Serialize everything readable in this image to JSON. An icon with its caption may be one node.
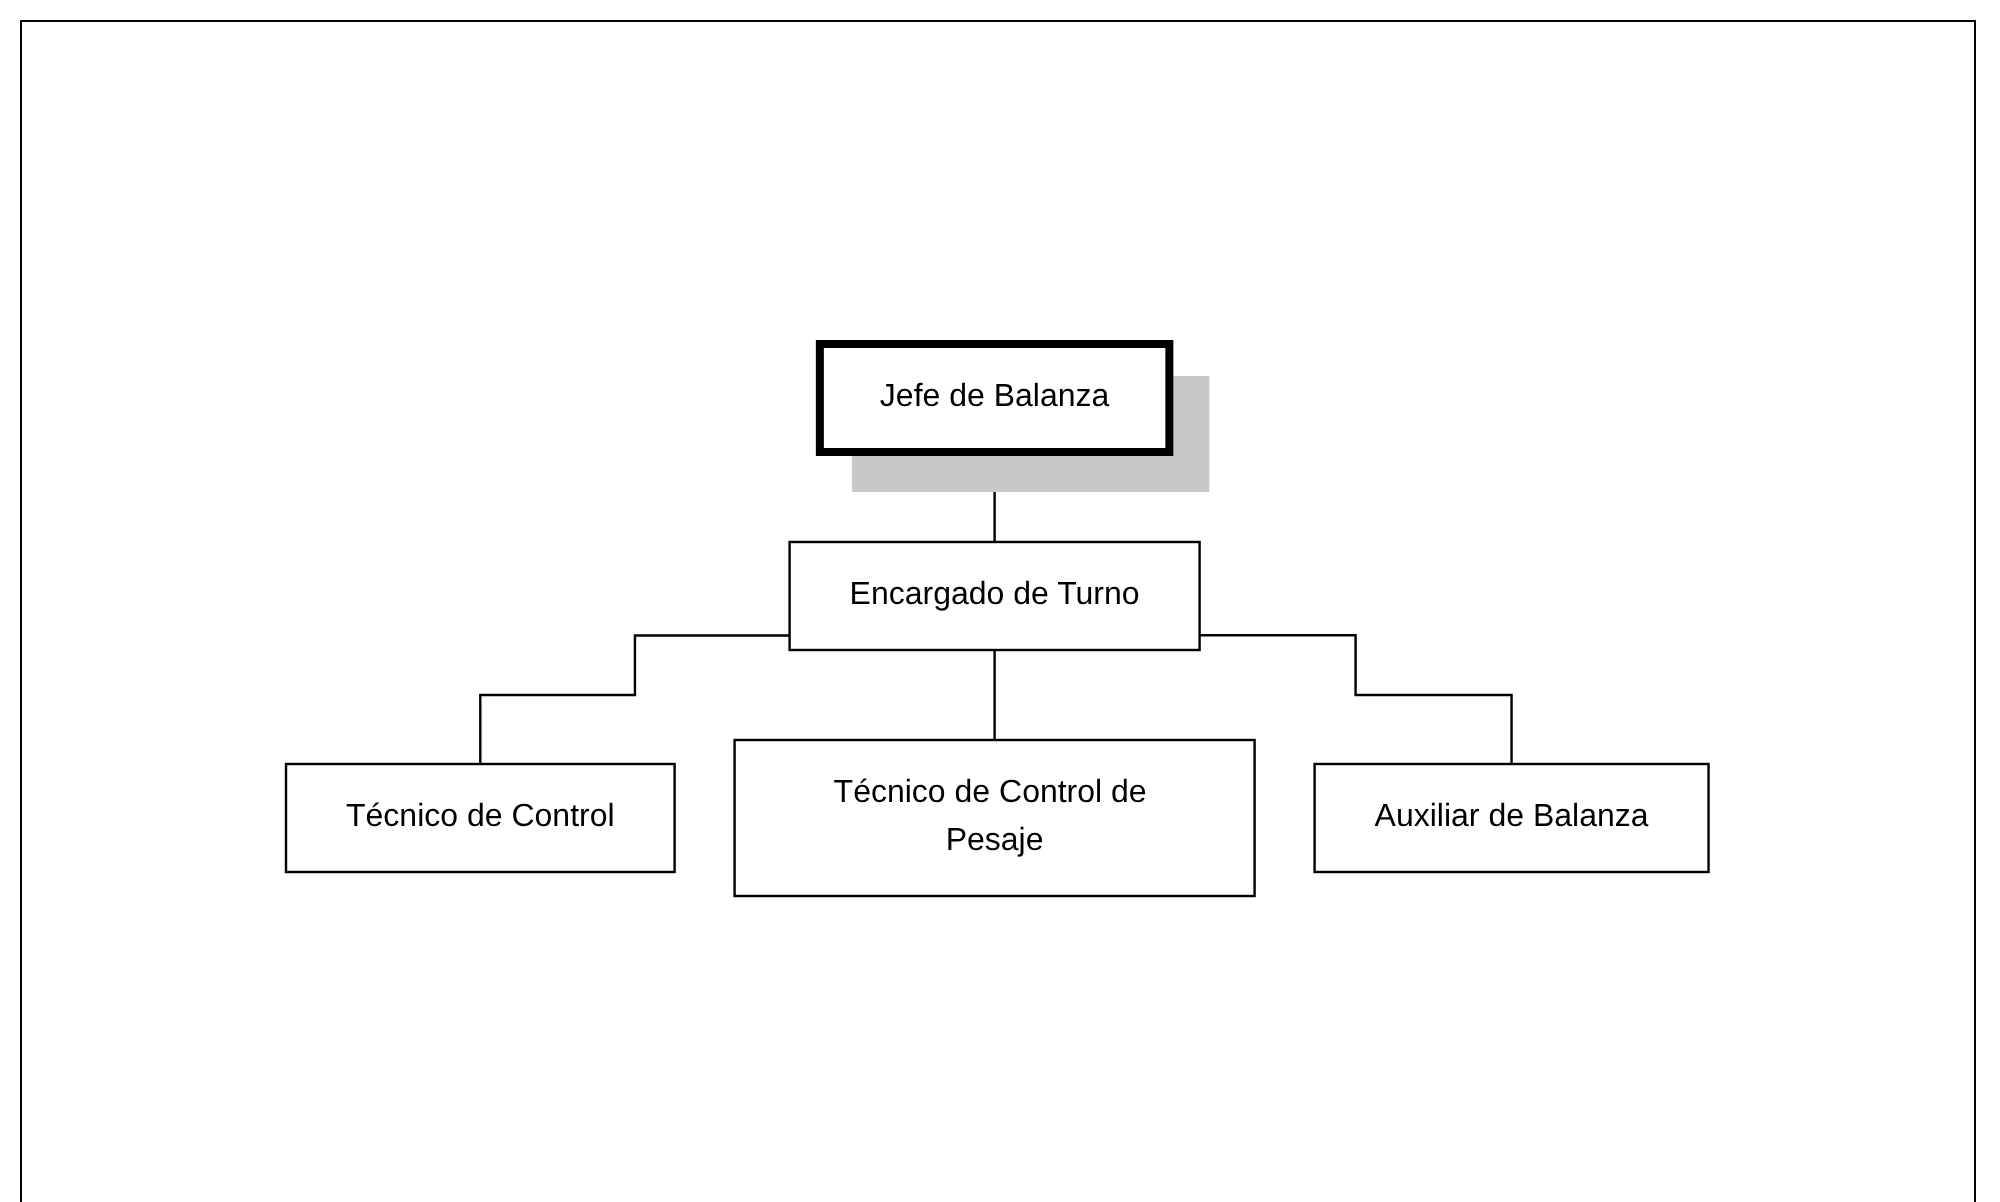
{
  "diagram": {
    "nodes": [
      {
        "text": [
          "Jefe de Balanza"
        ]
      },
      {
        "text": [
          "Encargado de Turno"
        ]
      },
      {
        "text": [
          "Técnico de Control"
        ]
      },
      {
        "text": [
          "Técnico de Control de Pesaje"
        ]
      },
      {
        "text": [
          "Auxiliar de Balanza"
        ]
      }
    ],
    "edges": [
      {
        "from": 0,
        "to": 1,
        "arrow": "none"
      },
      {
        "from": 1,
        "to": 2,
        "arrow": "none"
      },
      {
        "from": 1,
        "to": 3,
        "arrow": "none"
      },
      {
        "from": 1,
        "to": 4,
        "arrow": "none"
      }
    ]
  }
}
